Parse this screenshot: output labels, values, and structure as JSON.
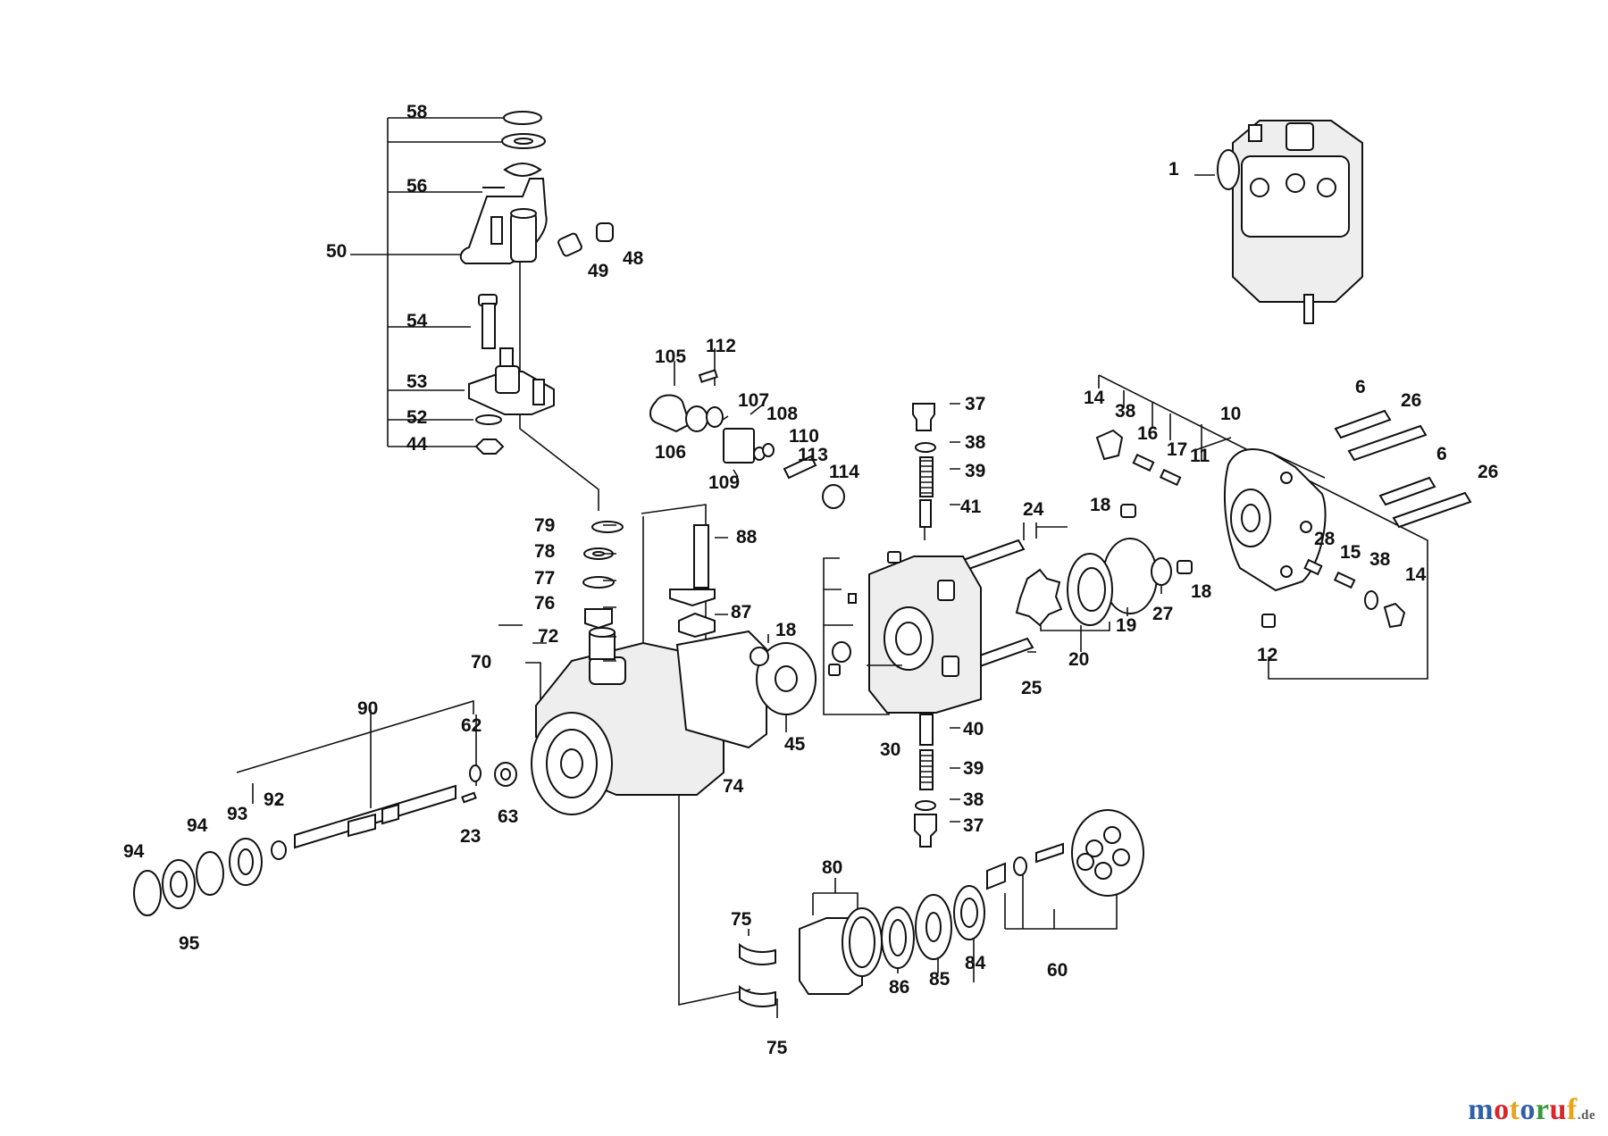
{
  "diagram": {
    "part_labels": [
      "58",
      "56",
      "50",
      "49",
      "48",
      "54",
      "53",
      "52",
      "44",
      "1",
      "105",
      "112",
      "107",
      "108",
      "106",
      "110",
      "109",
      "113",
      "114",
      "37",
      "38",
      "39",
      "41",
      "14",
      "38",
      "16",
      "17",
      "11",
      "10",
      "6",
      "26",
      "6",
      "26",
      "18",
      "24",
      "79",
      "78",
      "77",
      "76",
      "72",
      "88",
      "87",
      "18",
      "70",
      "90",
      "62",
      "92",
      "93",
      "23",
      "63",
      "94",
      "94",
      "95",
      "74",
      "45",
      "30",
      "25",
      "20",
      "19",
      "27",
      "18",
      "28",
      "15",
      "38",
      "14",
      "12",
      "40",
      "39",
      "38",
      "37",
      "80",
      "75",
      "75",
      "86",
      "85",
      "84",
      "60"
    ]
  },
  "watermark": {
    "brand_parts": [
      {
        "text": "m",
        "color": "#2e5fa8"
      },
      {
        "text": "o",
        "color": "#d8262b"
      },
      {
        "text": "t",
        "color": "#e8a41b"
      },
      {
        "text": "o",
        "color": "#2e5fa8"
      },
      {
        "text": "r",
        "color": "#3a9a3a"
      },
      {
        "text": "u",
        "color": "#d8262b"
      },
      {
        "text": "f",
        "color": "#e8a41b"
      }
    ],
    "suffix": ".de"
  }
}
